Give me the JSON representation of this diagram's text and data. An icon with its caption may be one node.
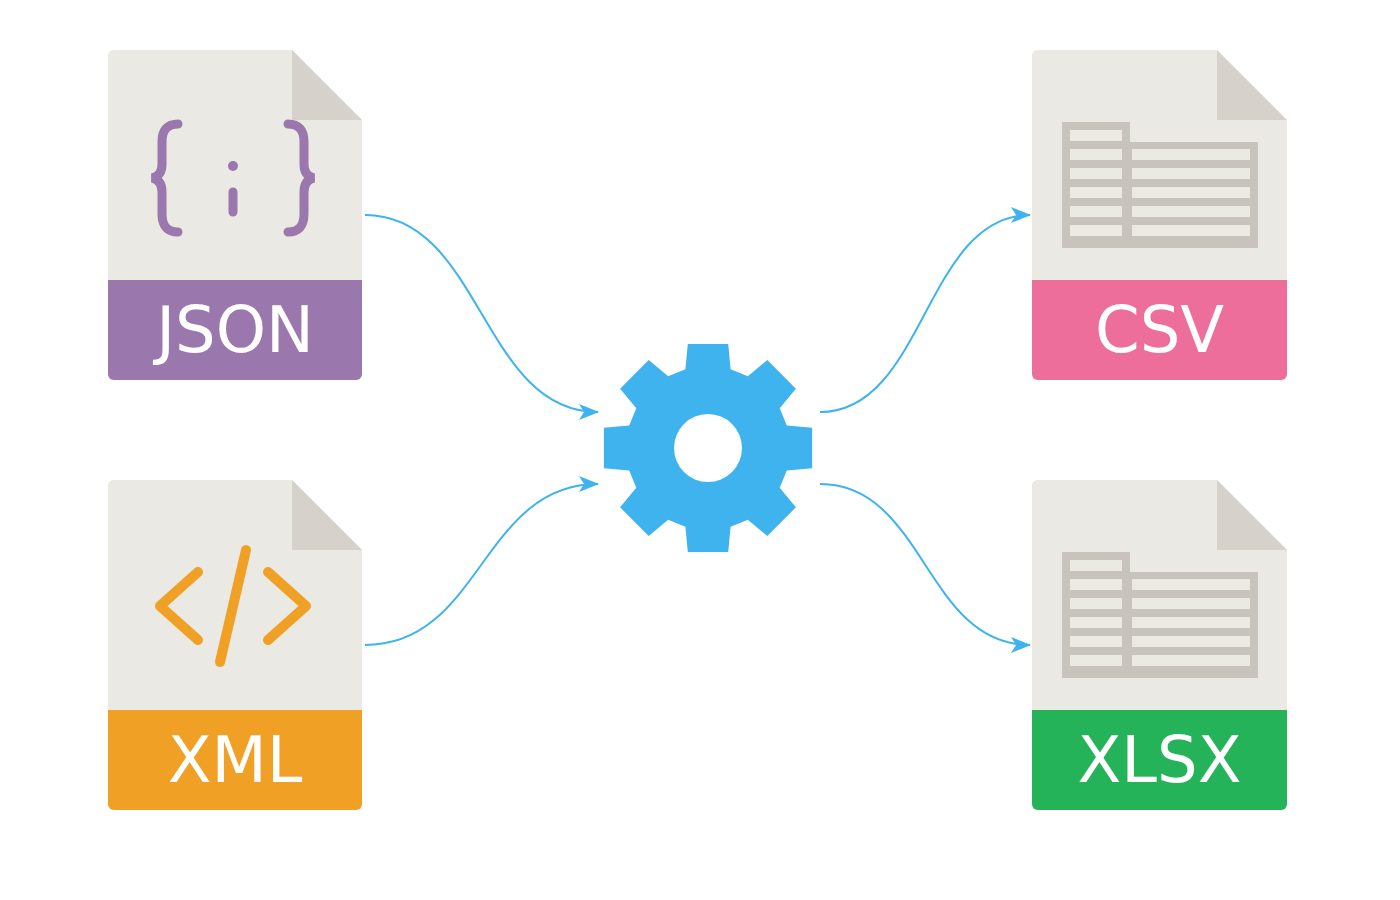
{
  "diagram": {
    "nodes": [
      {
        "text": [
          "JSON"
        ]
      },
      {
        "text": [
          "XML"
        ]
      },
      {
        "text": [],
        "shape": "gear"
      },
      {
        "text": [
          "CSV"
        ]
      },
      {
        "text": [
          "XLSX"
        ]
      }
    ],
    "edges": [
      {
        "from": 0,
        "to": 2,
        "arrow": "to"
      },
      {
        "from": 1,
        "to": 2,
        "arrow": "to"
      },
      {
        "from": 2,
        "to": 3,
        "arrow": "to"
      },
      {
        "from": 2,
        "to": 4,
        "arrow": "to"
      }
    ]
  }
}
